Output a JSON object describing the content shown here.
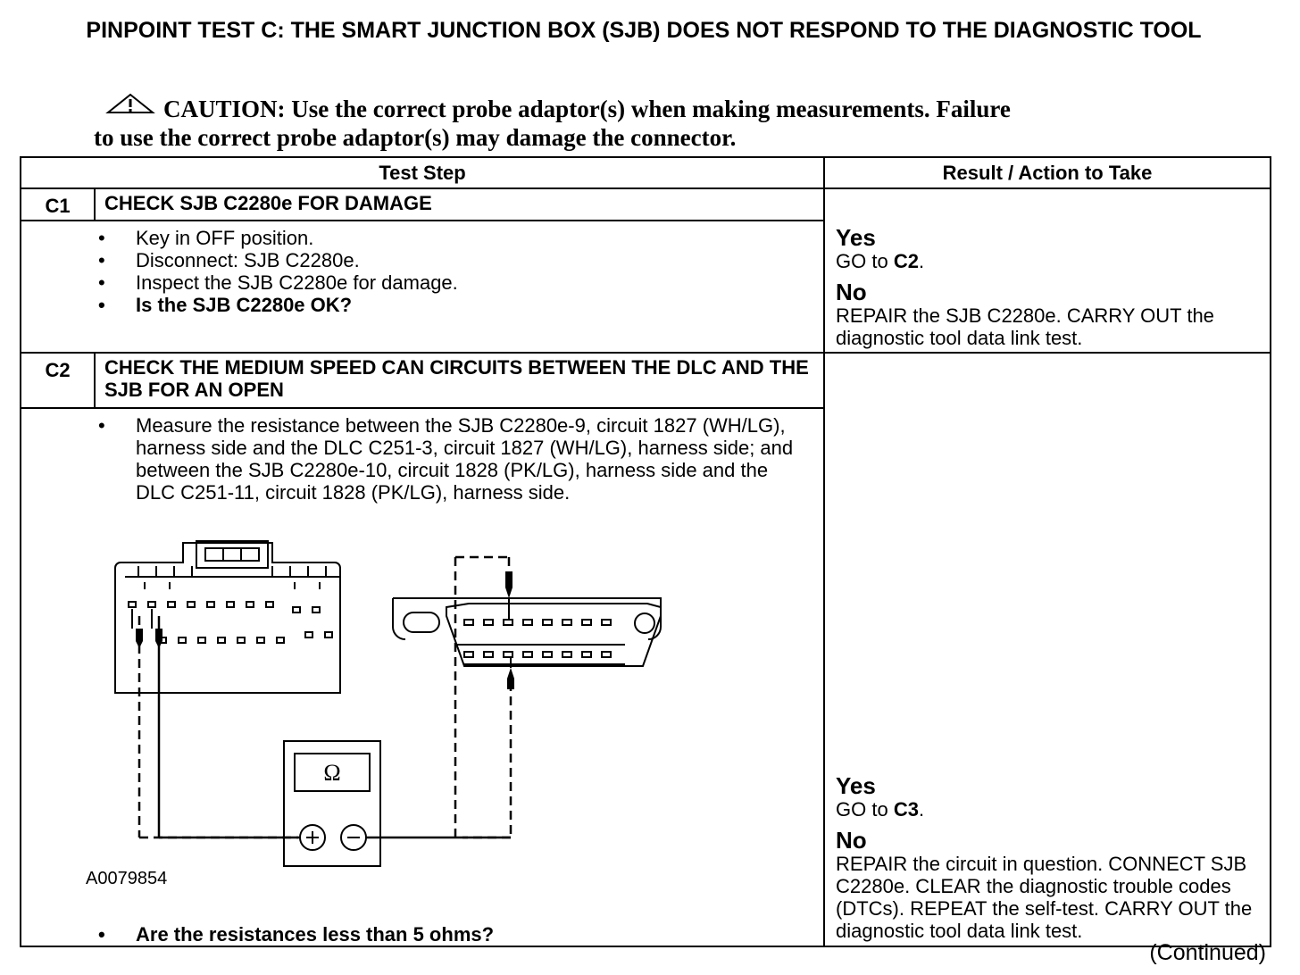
{
  "title": "PINPOINT TEST  C: THE SMART JUNCTION BOX (SJB) DOES NOT RESPOND TO THE DIAGNOSTIC TOOL",
  "caution": {
    "line1": "CAUTION: Use the correct probe adaptor(s) when making measurements. Failure",
    "line2": "to use the correct probe adaptor(s) may damage the connector.",
    "icon": "warning-triangle-icon"
  },
  "table": {
    "col_step": "Test Step",
    "col_result": "Result / Action to Take",
    "c1": {
      "id": "C1",
      "heading": "CHECK SJB C2280e FOR DAMAGE",
      "bullets": [
        "Key in OFF position.",
        "Disconnect: SJB C2280e.",
        "Inspect the SJB C2280e for damage."
      ],
      "question": "Is the SJB C2280e OK?",
      "yes_label": "Yes",
      "yes_pre": "GO to ",
      "yes_step": "C2",
      "yes_post": ".",
      "no_label": "No",
      "no_text": "REPAIR the SJB C2280e. CARRY OUT the diagnostic tool data link test."
    },
    "c2": {
      "id": "C2",
      "heading": "CHECK THE MEDIUM SPEED CAN CIRCUITS BETWEEN THE DLC AND THE SJB FOR AN OPEN",
      "bullet": "Measure the resistance between the SJB C2280e-9, circuit 1827 (WH/LG), harness side and the DLC C251-3, circuit 1827 (WH/LG), harness side; and between the SJB C2280e-10, circuit 1828 (PK/LG), harness side and the DLC C251-11, circuit 1828 (PK/LG), harness side.",
      "figure_id": "A0079854",
      "ohm_symbol": "Ω",
      "question": "Are the resistances less than 5 ohms?",
      "yes_label": "Yes",
      "yes_pre": "GO to ",
      "yes_step": "C3",
      "yes_post": ".",
      "no_label": "No",
      "no_text": "REPAIR the circuit in question. CONNECT SJB C2280e. CLEAR the diagnostic trouble codes (DTCs). REPEAT the self-test. CARRY OUT the diagnostic tool data link test."
    }
  },
  "continued": "(Continued)"
}
